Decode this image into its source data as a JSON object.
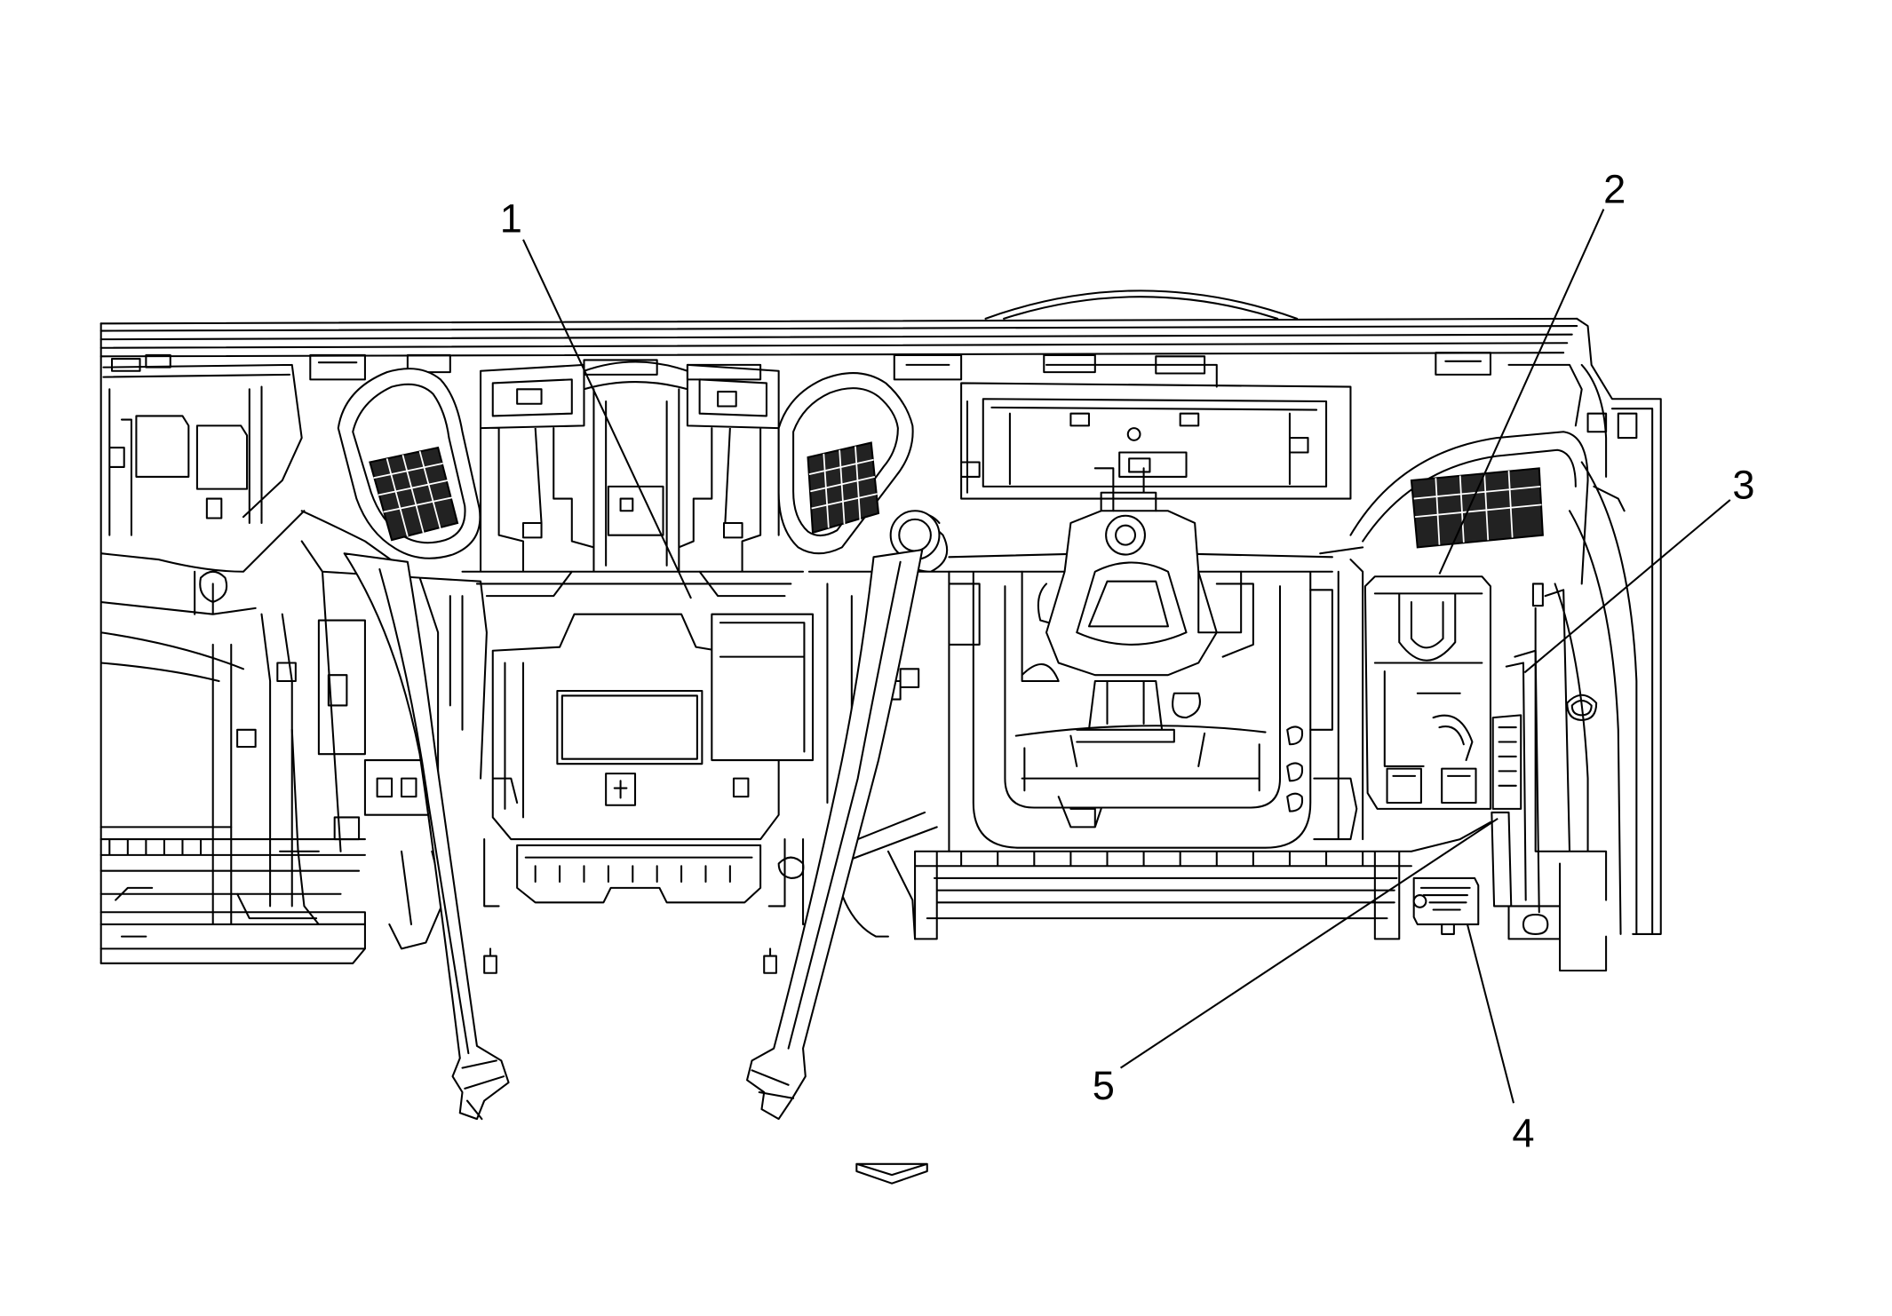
{
  "callouts": [
    {
      "label": "1"
    },
    {
      "label": "2"
    },
    {
      "label": "3"
    },
    {
      "label": "4"
    },
    {
      "label": "5"
    }
  ],
  "direction_arrow": {
    "icon": "down-arrow-icon"
  },
  "colors": {
    "line": "#000000",
    "background": "#ffffff",
    "grille": "#222222"
  }
}
